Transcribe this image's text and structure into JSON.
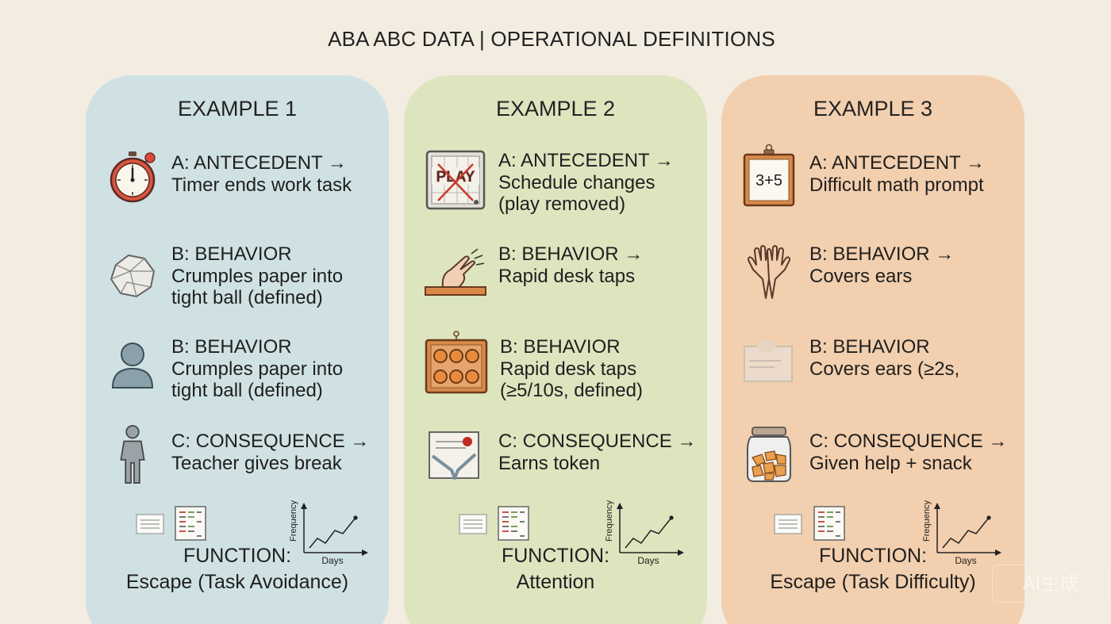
{
  "title": "ABA ABC DATA | OPERATIONAL DEFINITIONS",
  "colors": {
    "card1": "#cfe1e3",
    "card2": "#dde5bf",
    "card3": "#f2cfae",
    "page": "#f3ece1"
  },
  "graph": {
    "ylabel": "Frequency",
    "xlabel": "Days"
  },
  "examples": [
    {
      "title": "EXAMPLE 1",
      "antecedent": {
        "label": "A: ANTECEDENT →",
        "text": "Timer ends work task",
        "icon": "stopwatch-icon"
      },
      "behavior1": {
        "label": "B: BEHAVIOR",
        "text": "Crumples paper into tight ball (defined)",
        "icon": "crumpled-paper-icon"
      },
      "behavior2": {
        "label": "B: BEHAVIOR",
        "text": "Crumples paper into tight ball (defined)",
        "icon": "student-icon"
      },
      "consequence": {
        "label": "C: CONSEQUENCE →",
        "text": "Teacher gives break",
        "icon": "teacher-icon"
      },
      "function_label": "FUNCTION:",
      "function_value": "Escape (Task Avoidance)"
    },
    {
      "title": "EXAMPLE 2",
      "antecedent": {
        "label": "A: ANTECEDENT →",
        "text": "Schedule changes (play removed)",
        "icon": "schedule-board-icon",
        "badge": "PLAY"
      },
      "behavior1": {
        "label": "B: BEHAVIOR →",
        "text": "Rapid desk taps",
        "icon": "desk-tap-icon"
      },
      "behavior2": {
        "label": "B: BEHAVIOR",
        "text": "Rapid desk taps (≥5/10s, defined)",
        "icon": "token-board-icon"
      },
      "consequence": {
        "label": "C: CONSEQUENCE →",
        "text": "Earns token",
        "icon": "token-chart-icon"
      },
      "function_label": "FUNCTION:",
      "function_value": "Attention"
    },
    {
      "title": "EXAMPLE 3",
      "antecedent": {
        "label": "A: ANTECEDENT →",
        "text": "Difficult math prompt",
        "icon": "math-card-icon",
        "badge": "3+5"
      },
      "behavior1": {
        "label": "B: BEHAVIOR →",
        "text": "Covers ears",
        "icon": "hands-icon"
      },
      "behavior2": {
        "label": "B: BEHAVIOR",
        "text": "Covers ears (≥2s,",
        "icon": "faded-card-icon"
      },
      "consequence": {
        "label": "C: CONSEQUENCE →",
        "text": "Given help + snack",
        "icon": "snack-jar-icon"
      },
      "function_label": "FUNCTION:",
      "function_value": "Escape (Task Difficulty)"
    }
  ],
  "watermark": "AI生成"
}
